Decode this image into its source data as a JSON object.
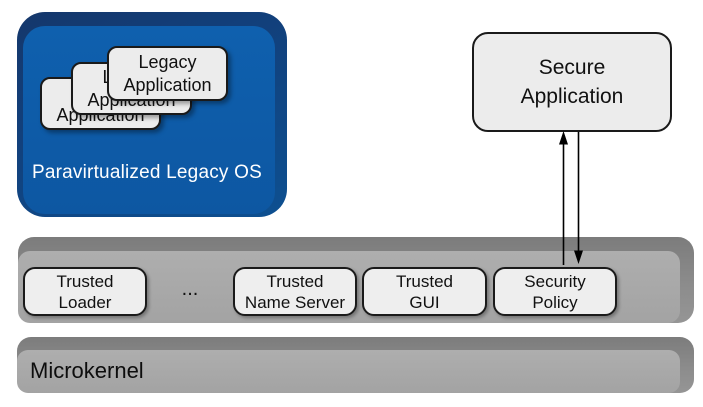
{
  "legacy_os": {
    "label": "Paravirtualized Legacy OS",
    "apps": [
      {
        "line1": "Legacy",
        "line2": "Application"
      },
      {
        "line1": "Legacy",
        "line2": "Application"
      },
      {
        "line1": "Legacy",
        "line2": "Application"
      }
    ]
  },
  "secure_app": {
    "line1": "Secure",
    "line2": "Application"
  },
  "trusted_layer": {
    "ellipsis": "...",
    "services": [
      {
        "line1": "Trusted",
        "line2": "Loader"
      },
      {
        "line1": "Trusted",
        "line2": "Name Server"
      },
      {
        "line1": "Trusted",
        "line2": "GUI"
      },
      {
        "line1": "Security",
        "line2": "Policy"
      }
    ]
  },
  "microkernel": {
    "label": "Microkernel"
  },
  "colors": {
    "legacy_os_face": "#0d5ba8",
    "legacy_os_edge": "#15376b",
    "layer_face": "#a8a8a8",
    "layer_edge": "#7c7c7c",
    "component_fill": "#ececec",
    "component_border": "#1a1a1a",
    "os_label_text": "#ffffff",
    "arrow": "#000000",
    "background": "#ffffff"
  }
}
